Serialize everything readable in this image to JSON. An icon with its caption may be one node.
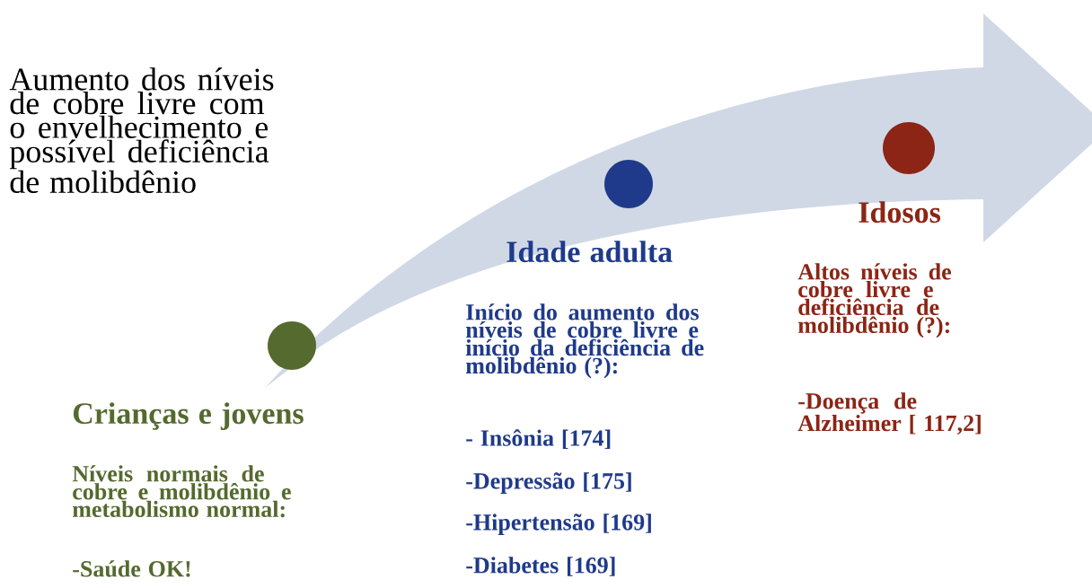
{
  "diagram": {
    "title": "Aumento dos níveis de cobre livre com o envelhecimento e possível deficiência de molibdênio",
    "nodes": [
      {
        "text": [],
        "shape": "circle",
        "beside": [
          "Crianças e jovens",
          "Níveis normais de cobre e molibdênio e metabolismo normal:",
          "-Saúde OK!"
        ]
      },
      {
        "text": [],
        "shape": "circle",
        "beside": [
          "Idade adulta",
          "Início do aumento dos níveis de cobre livre e início da deficiência de molibdênio (?):",
          "- Insônia [174]",
          "-Depressão [175]",
          "-Hipertensão [169]",
          "-Diabetes [169]"
        ]
      },
      {
        "text": [],
        "shape": "circle",
        "beside": [
          "Idosos",
          "Altos níveis de cobre livre e deficiência de molibdênio (?):",
          "-Doença de Alzheimer [ 117,2]"
        ]
      }
    ]
  }
}
